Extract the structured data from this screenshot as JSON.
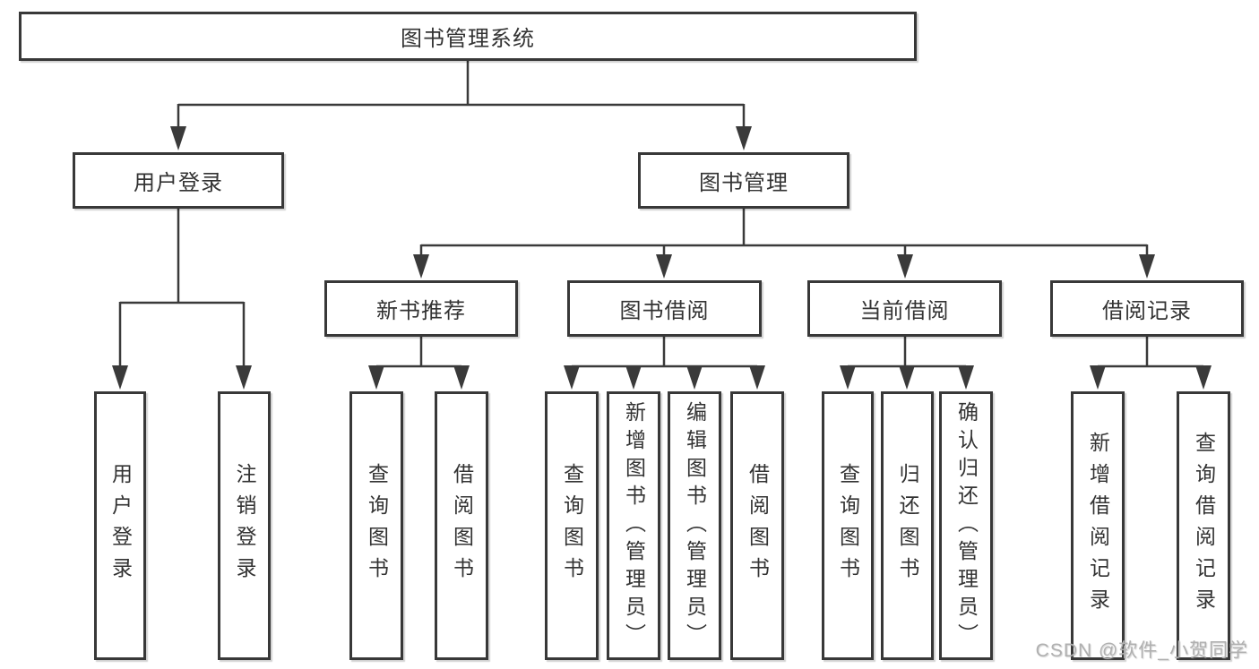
{
  "diagram_title": "图书管理系统",
  "tree": {
    "root": {
      "label": "图书管理系统",
      "children": [
        {
          "label": "用户登录",
          "children": [
            {
              "label": "用户登录"
            },
            {
              "label": "注销登录"
            }
          ]
        },
        {
          "label": "图书管理",
          "children": [
            {
              "label": "新书推荐",
              "children": [
                {
                  "label": "查询图书"
                },
                {
                  "label": "借阅图书"
                }
              ]
            },
            {
              "label": "图书借阅",
              "children": [
                {
                  "label": "查询图书"
                },
                {
                  "label": "新增图书（管理员）"
                },
                {
                  "label": "编辑图书（管理员）"
                },
                {
                  "label": "借阅图书"
                }
              ]
            },
            {
              "label": "当前借阅",
              "children": [
                {
                  "label": "查询图书"
                },
                {
                  "label": "归还图书"
                },
                {
                  "label": "确认归还（管理员）"
                }
              ]
            },
            {
              "label": "借阅记录",
              "children": [
                {
                  "label": "新增借阅记录"
                },
                {
                  "label": "查询借阅记录"
                }
              ]
            }
          ]
        }
      ]
    }
  },
  "watermark": {
    "text": "CSDN @软件_小贺同学"
  },
  "colors": {
    "line": "#3a3a3a",
    "box_border": "#383838",
    "text": "#333333",
    "background": "#ffffff",
    "watermark": "#b0b0b0"
  }
}
